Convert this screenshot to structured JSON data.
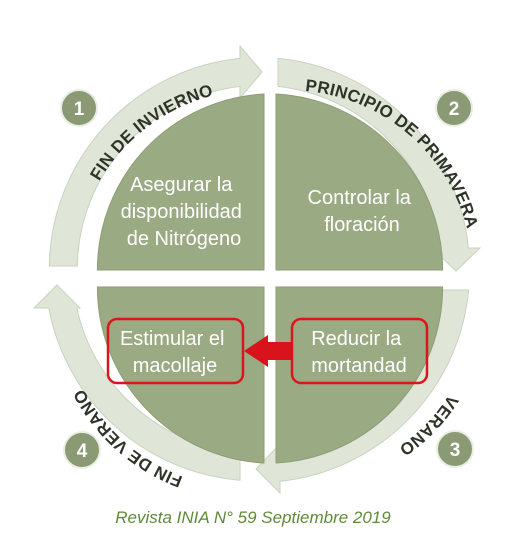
{
  "colors": {
    "quadrant_fill": "#9aaa82",
    "quadrant_edge": "#7f8f68",
    "arrow_band": "#dfe6d7",
    "number_badge": "#8a9a74",
    "highlight_border": "#d6181d",
    "highlight_arrow": "#d9131b",
    "caption_text": "#5f8a3a"
  },
  "diagram": {
    "quadrants": [
      {
        "season": "FIN DE INVIERNO",
        "number": "1",
        "action_lines": [
          "Asegurar la",
          "disponibilidad",
          "de Nitrógeno"
        ],
        "highlighted": false
      },
      {
        "season": "PRINCIPIO DE PRIMAVERA",
        "number": "2",
        "action_lines": [
          "Controlar la",
          "floración"
        ],
        "highlighted": false
      },
      {
        "season": "VERANO",
        "number": "3",
        "action_lines": [
          "Reducir la",
          "mortandad"
        ],
        "highlighted": true
      },
      {
        "season": "FIN DE VERANO",
        "number": "4",
        "action_lines": [
          "Estimular el",
          "macollaje"
        ],
        "highlighted": true
      }
    ]
  },
  "caption": "Revista INIA N° 59 Septiembre 2019"
}
